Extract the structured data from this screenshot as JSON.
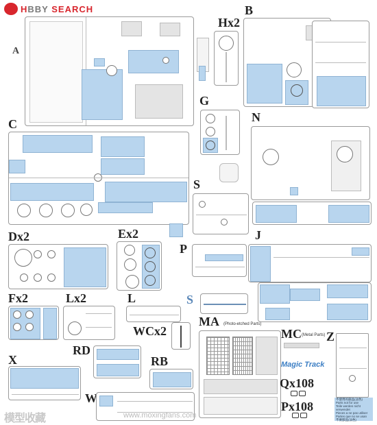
{
  "header": {
    "logo_text_a": "H",
    "logo_text_b": "BBY",
    "logo_text_c": "SEARCH"
  },
  "sprues": {
    "A": "A",
    "Hx2": "Hx2",
    "B": "B",
    "G": "G",
    "C": "C",
    "N": "N",
    "S": "S",
    "Dx2": "Dx2",
    "Ex2": "Ex2",
    "P": "P",
    "J": "J",
    "S2": "S",
    "Fx2": "Fx2",
    "Lx2": "Lx2",
    "L": "L",
    "MA": "MA",
    "MA_sub": "(Photo-etched Parts)",
    "MC": "MC",
    "MC_sub": "(Metal Parts)",
    "Z": "Z",
    "WCx2": "WCx2",
    "RD": "RD",
    "X": "X",
    "RB": "RB",
    "W": "W",
    "Qx108": "Qx108",
    "Px108": "Px108"
  },
  "magic_track": "Magic Track",
  "note_lines": [
    "不使用的部品(淡色)",
    "Parts not for use",
    "Teile werden nicht verwendet",
    "Pieces a ne pas utiliser",
    "Partes que no se usan",
    "不要部品(淡色)"
  ],
  "watermark": {
    "left": "模型收藏",
    "site": "www.moxingfans.com"
  },
  "colors": {
    "used_part": "#b8d5ee",
    "brand_red": "#d8262d"
  }
}
